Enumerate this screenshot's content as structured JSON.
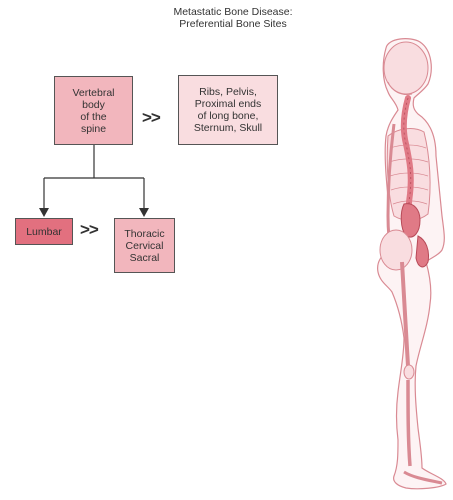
{
  "title": {
    "line1": "Metastatic Bone Disease:",
    "line2": "Preferential Bone Sites"
  },
  "boxes": {
    "vertebral": [
      "Vertebral",
      "body",
      "of the",
      "spine"
    ],
    "ribs": [
      "Ribs, Pelvis,",
      "Proximal ends",
      "of long bone,",
      "Sternum, Skull"
    ],
    "lumbar": [
      "Lumbar"
    ],
    "thoracic": [
      "Thoracic",
      "Cervical",
      "Sacral"
    ]
  },
  "comparators": {
    "top": ">>",
    "bottom": ">>"
  },
  "colors": {
    "primary_site": "#e2707f",
    "secondary_site": "#f2b6bd",
    "tertiary_site": "#f9dde0",
    "highlight_bone": "#e07a86",
    "body_outline": "#d98a93"
  }
}
